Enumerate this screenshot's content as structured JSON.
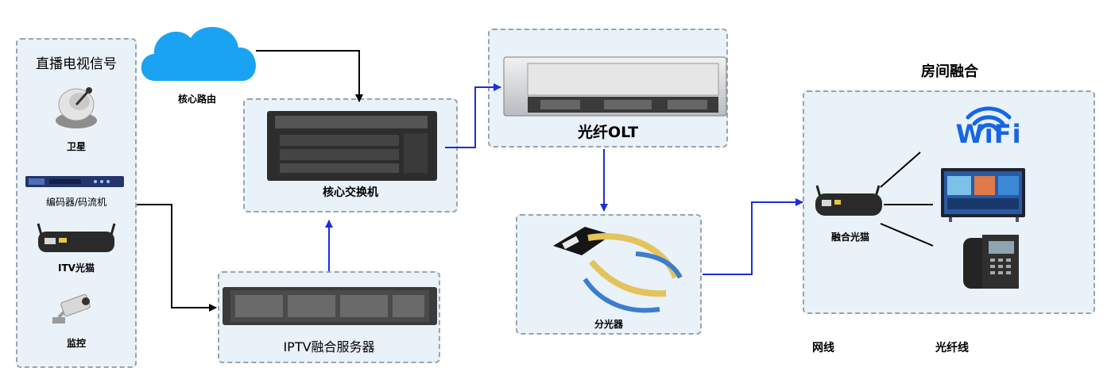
{
  "source_panel": {
    "title": "直播电视信号",
    "items": [
      {
        "label": "卫星",
        "icon": "satellite-dish-icon"
      },
      {
        "label": "编码器/码流机",
        "icon": "encoder-rack-icon"
      },
      {
        "label": "ITV光猫",
        "icon": "itv-modem-icon"
      },
      {
        "label": "监控",
        "icon": "cctv-camera-icon"
      }
    ]
  },
  "cloud": {
    "label": "核心路由",
    "color": "#1aa3f2"
  },
  "core_switch": {
    "label": "核心交换机"
  },
  "iptv_server": {
    "label": "IPTV融合服务器"
  },
  "olt": {
    "label": "光纤OLT"
  },
  "splitter": {
    "label": "分光器"
  },
  "room": {
    "title": "房间融合",
    "modem_label": "融合光猫",
    "wifi_text": "WiFi",
    "wifi_color": "#1565e8"
  },
  "legend": {
    "network_cable": "网线",
    "fiber_cable": "光纤线"
  },
  "colors": {
    "panel_bg": "#e9f1f9",
    "arrow_black": "#000000",
    "arrow_blue": "#1b2ee0"
  }
}
